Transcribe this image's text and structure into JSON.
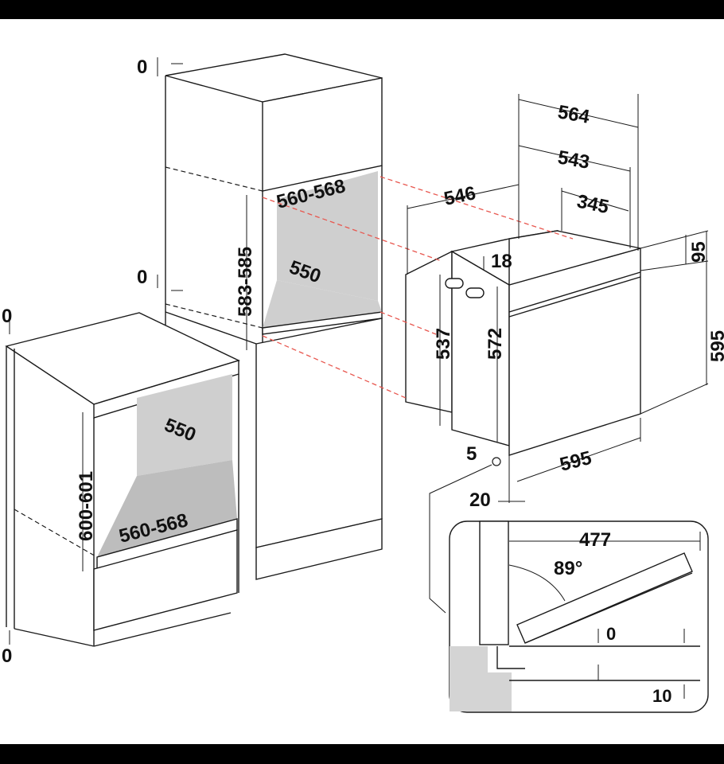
{
  "labels": {
    "top_left_zero": "0",
    "mid_left_zero": "0",
    "far_left_zero_top": "0",
    "far_left_zero_bottom": "0",
    "tall_niche_width": "560-568",
    "tall_niche_height": "583-585",
    "tall_niche_depth": "550",
    "low_niche_depth": "550",
    "low_niche_height": "600-601",
    "low_niche_width": "560-568",
    "oven_depth_total": "564",
    "oven_depth_543": "543",
    "oven_depth_546": "546",
    "oven_depth_345": "345",
    "oven_top_offset": "95",
    "oven_inner_18": "18",
    "oven_height_537": "537",
    "oven_height_572": "572",
    "oven_height_595": "595",
    "oven_width_595": "595",
    "oven_gap_5": "5",
    "oven_gap_20": "20",
    "door_length": "477",
    "door_angle": "89°",
    "door_zero": "0",
    "door_ten": "10"
  }
}
